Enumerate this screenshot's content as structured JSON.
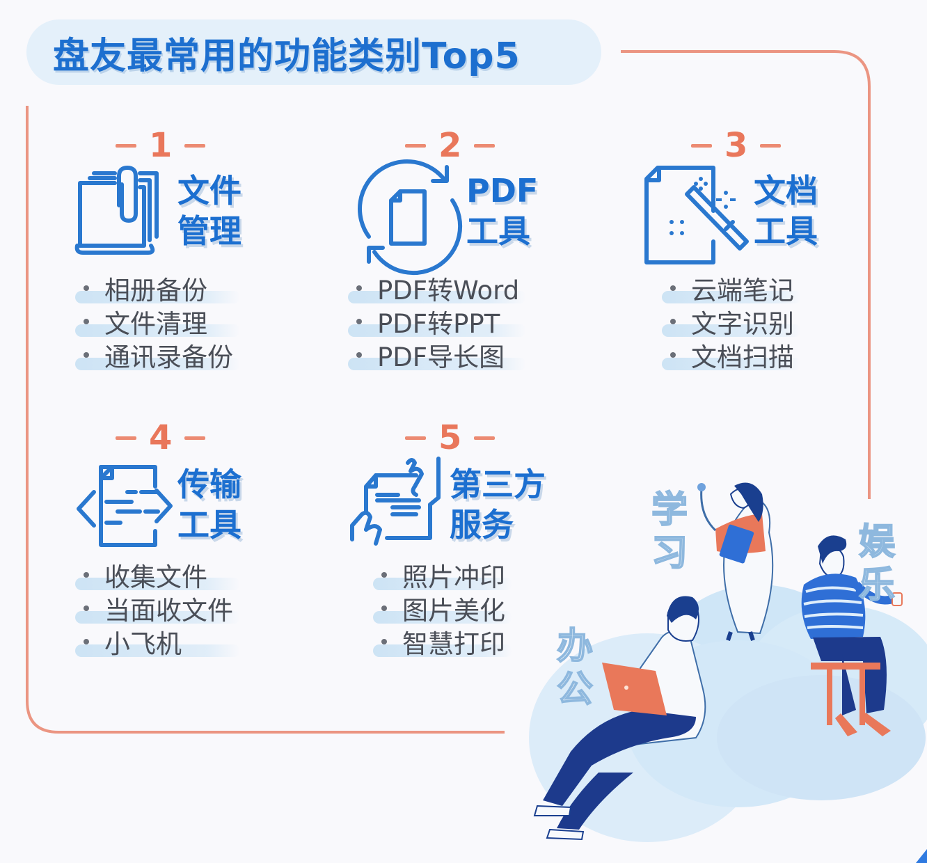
{
  "title": "盘友最常用的功能类别Top5",
  "colors": {
    "accent_blue": "#1d6fcf",
    "rank_orange": "#e9775b",
    "frame_orange": "#eb9582",
    "title_pill_bg": "#e4f0fa",
    "item_text": "#4a4e57"
  },
  "categories": [
    {
      "rank": "1",
      "name_line1": "文件",
      "name_line2": "管理",
      "icon": "paperclip-documents-icon",
      "items": [
        "相册备份",
        "文件清理",
        "通讯录备份"
      ]
    },
    {
      "rank": "2",
      "name_line1": "PDF",
      "name_line2": "工具",
      "icon": "document-convert-cycle-icon",
      "items": [
        "PDF转Word",
        "PDF转PPT",
        "PDF导长图"
      ]
    },
    {
      "rank": "3",
      "name_line1": "文档",
      "name_line2": "工具",
      "icon": "document-magic-wand-icon",
      "items": [
        "云端笔记",
        "文字识别",
        "文档扫描"
      ]
    },
    {
      "rank": "4",
      "name_line1": "传输",
      "name_line2": "工具",
      "icon": "document-transfer-arrows-icon",
      "items": [
        "收集文件",
        "当面收文件",
        "小飞机"
      ]
    },
    {
      "rank": "5",
      "name_line1": "第三方",
      "name_line2": "服务",
      "icon": "hands-holding-document-icon",
      "items": [
        "照片冲印",
        "图片美化",
        "智慧打印"
      ]
    }
  ],
  "illustration": {
    "words": {
      "study": [
        "学",
        "习"
      ],
      "entertainment": [
        "娱",
        "乐"
      ],
      "office": [
        "办",
        "公"
      ]
    }
  }
}
